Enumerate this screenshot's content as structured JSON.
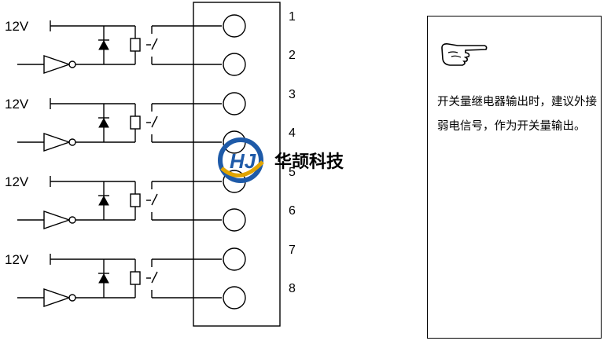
{
  "circuit": {
    "supply_label": "12V",
    "channels": [
      {
        "terminals": [
          "1",
          "2"
        ]
      },
      {
        "terminals": [
          "3",
          "4"
        ]
      },
      {
        "terminals": [
          "5",
          "6"
        ]
      },
      {
        "terminals": [
          "7",
          "8"
        ]
      }
    ]
  },
  "watermark": {
    "logo_letters": "HJ",
    "company_name": "华颉科技",
    "colors": {
      "blue": "#1e5aa8",
      "gold": "#e0a400"
    }
  },
  "note": {
    "icon": "pointing-hand-icon",
    "text": "开关量继电器输出时，建议外接弱电信号，作为开关量输出。"
  }
}
